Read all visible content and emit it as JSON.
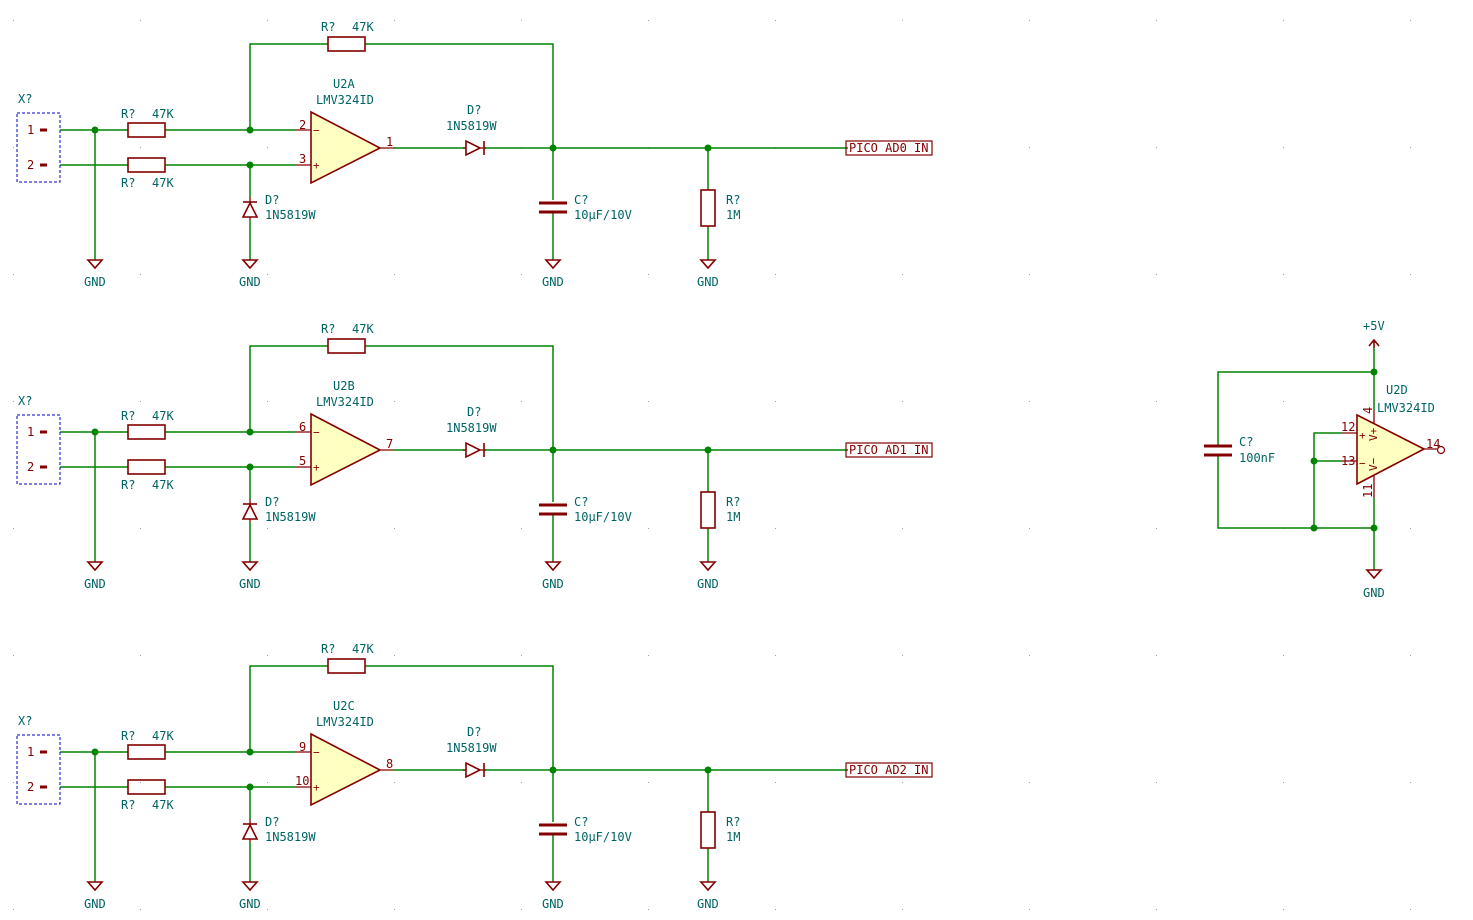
{
  "colors": {
    "wire": "#008400",
    "component": "#840000",
    "component_fill": "#ffffc2",
    "text": "#006464",
    "connector": "#0000c8"
  },
  "channels": [
    {
      "connector": {
        "ref": "X?",
        "pin1": "1",
        "pin2": "2"
      },
      "input_res_top": {
        "ref": "R?",
        "value": "47K"
      },
      "input_res_bottom": {
        "ref": "R?",
        "value": "47K"
      },
      "feedback_res": {
        "ref": "R?",
        "value": "47K"
      },
      "opamp": {
        "ref": "U2A",
        "value": "LMV324ID",
        "pin_inv": "2",
        "pin_noninv": "3",
        "pin_out": "1",
        "sign_minus": "−",
        "sign_plus": "+"
      },
      "clamp_diode": {
        "ref": "D?",
        "value": "1N5819W"
      },
      "out_diode": {
        "ref": "D?",
        "value": "1N5819W"
      },
      "cap": {
        "ref": "C?",
        "value": "10µF/10V"
      },
      "load_res": {
        "ref": "R?",
        "value": "1M"
      },
      "label": "PICO_AD0_IN",
      "gnd": "GND"
    },
    {
      "connector": {
        "ref": "X?",
        "pin1": "1",
        "pin2": "2"
      },
      "input_res_top": {
        "ref": "R?",
        "value": "47K"
      },
      "input_res_bottom": {
        "ref": "R?",
        "value": "47K"
      },
      "feedback_res": {
        "ref": "R?",
        "value": "47K"
      },
      "opamp": {
        "ref": "U2B",
        "value": "LMV324ID",
        "pin_inv": "6",
        "pin_noninv": "5",
        "pin_out": "7",
        "sign_minus": "−",
        "sign_plus": "+"
      },
      "clamp_diode": {
        "ref": "D?",
        "value": "1N5819W"
      },
      "out_diode": {
        "ref": "D?",
        "value": "1N5819W"
      },
      "cap": {
        "ref": "C?",
        "value": "10µF/10V"
      },
      "load_res": {
        "ref": "R?",
        "value": "1M"
      },
      "label": "PICO_AD1_IN",
      "gnd": "GND"
    },
    {
      "connector": {
        "ref": "X?",
        "pin1": "1",
        "pin2": "2"
      },
      "input_res_top": {
        "ref": "R?",
        "value": "47K"
      },
      "input_res_bottom": {
        "ref": "R?",
        "value": "47K"
      },
      "feedback_res": {
        "ref": "R?",
        "value": "47K"
      },
      "opamp": {
        "ref": "U2C",
        "value": "LMV324ID",
        "pin_inv": "9",
        "pin_noninv": "10",
        "pin_out": "8",
        "sign_minus": "−",
        "sign_plus": "+"
      },
      "clamp_diode": {
        "ref": "D?",
        "value": "1N5819W"
      },
      "out_diode": {
        "ref": "D?",
        "value": "1N5819W"
      },
      "cap": {
        "ref": "C?",
        "value": "10µF/10V"
      },
      "load_res": {
        "ref": "R?",
        "value": "1M"
      },
      "label": "PICO_AD2_IN",
      "gnd": "GND"
    }
  ],
  "unit_d": {
    "power": "+5V",
    "gnd": "GND",
    "opamp": {
      "ref": "U2D",
      "value": "LMV324ID",
      "pin_noninv": "12",
      "pin_inv": "13",
      "pin_out": "14",
      "pin_vplus": "4",
      "pin_vminus": "11",
      "sign_plus": "+",
      "sign_minus": "−",
      "vplus_mark": "V+",
      "vminus_mark": "V−"
    },
    "cap": {
      "ref": "C?",
      "value": "100nF"
    }
  }
}
